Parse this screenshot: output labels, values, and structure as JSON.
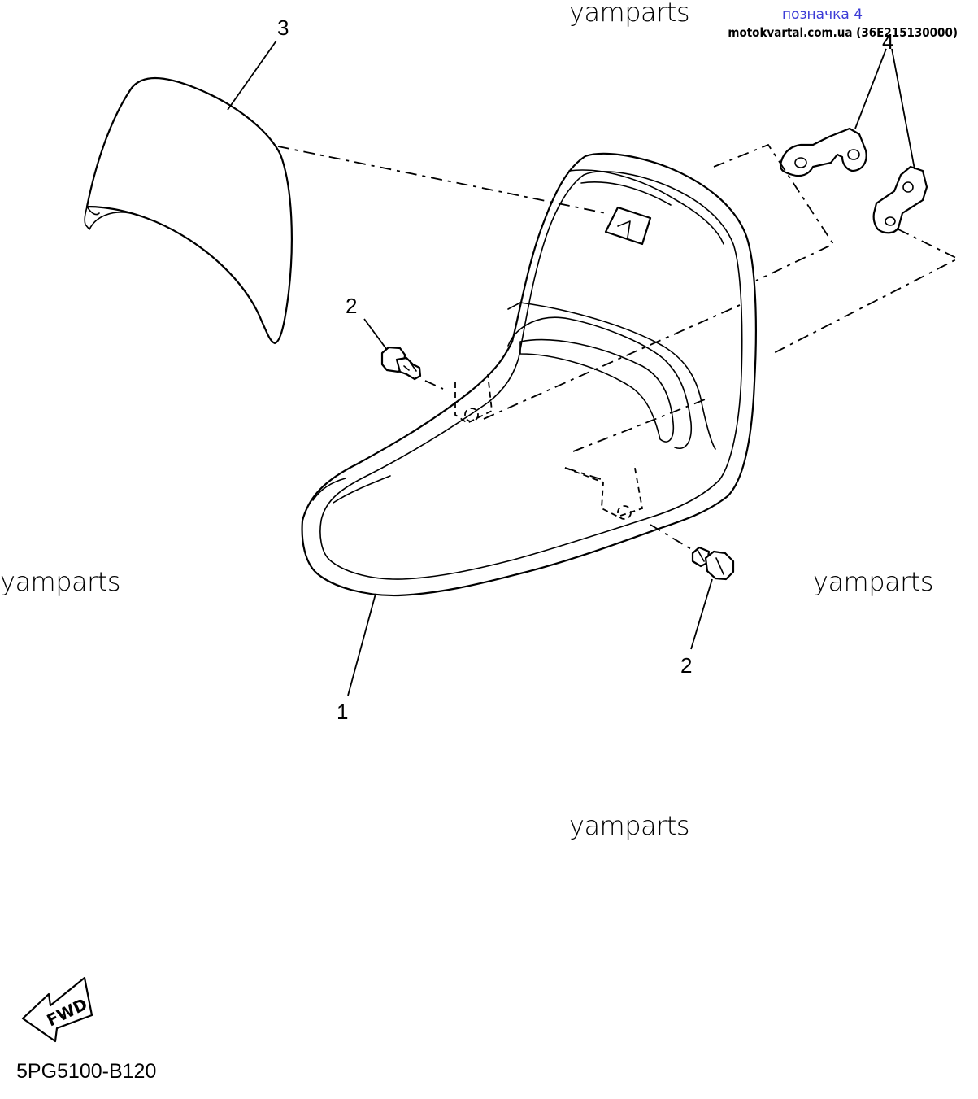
{
  "header": {
    "title": "позначка 4",
    "source": "motokvartal.com.ua (36E215130000)"
  },
  "watermarks": [
    "yamparts",
    "yamparts",
    "yamparts",
    "yamparts"
  ],
  "callouts": [
    "1",
    "2",
    "2",
    "3",
    "4"
  ],
  "fwd_label": "FWD",
  "diagram_code": "5PG5100-B120",
  "colors": {
    "title": "#3b3bd6",
    "line": "#000000"
  }
}
